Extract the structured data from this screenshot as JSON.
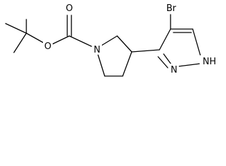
{
  "structure": {
    "atoms": {
      "oxygen_carbonyl": "O",
      "oxygen_ester": "O",
      "nitrogen_pyrrolidine": "N",
      "bromine": "Br",
      "nitrogen_pyrazole": "N",
      "nitrogen_pyrazole_h": "NH"
    },
    "colors": {
      "bond": "#000000",
      "label": "#000000",
      "background": "#ffffff"
    }
  }
}
